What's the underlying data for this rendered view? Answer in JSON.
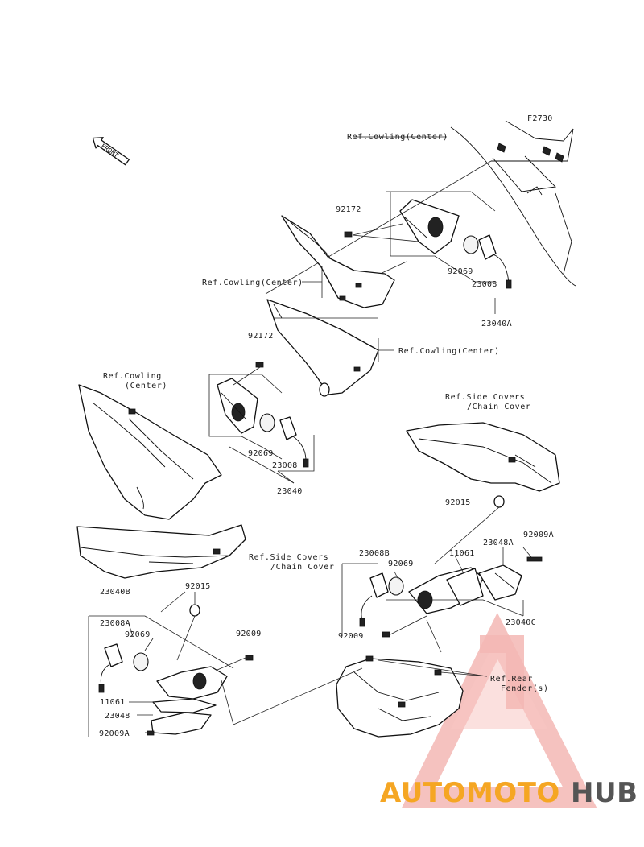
{
  "diagram": {
    "figure_code": "F2730",
    "front_arrow": "FRONT",
    "refs": {
      "cowling_center_top": "Ref.Cowling(Center)",
      "cowling_center_mid": "Ref.Cowling(Center)",
      "cowling_center_right": "Ref.Cowling(Center)",
      "cowling_line1": "Ref.Cowling",
      "cowling_line2": "(Center)",
      "side_covers_right_line1": "Ref.Side Covers",
      "side_covers_right_line2": "/Chain Cover",
      "side_covers_left_line1": "Ref.Side Covers",
      "side_covers_left_line2": "/Chain Cover",
      "rear_fender_line1": "Ref.Rear",
      "rear_fender_line2": "Fender(s)"
    },
    "parts": {
      "p92172_top": "92172",
      "p92069_top": "92069",
      "p23008_top": "23008",
      "p23040A": "23040A",
      "p92172_mid": "92172",
      "p92069_mid": "92069",
      "p23008_mid": "23008",
      "p23040": "23040",
      "p92015_right": "92015",
      "p23008B": "23008B",
      "p92069_right": "92069",
      "p11061_right": "11061",
      "p23048A": "23048A",
      "p92009A_right": "92009A",
      "p23040C": "23040C",
      "p92009_right": "92009",
      "p23040B": "23040B",
      "p92015_left": "92015",
      "p23008A": "23008A",
      "p92069_left": "92069",
      "p92009_left": "92009",
      "p11061_left": "11061",
      "p23048": "23048",
      "p92009A_left": "92009A"
    }
  },
  "watermark": {
    "brand_part1": "AUTOMOTO",
    "brand_part2": "HUB",
    "color_primary": "#e8423f",
    "color_secondary": "#f5a623",
    "color_dark": "#555555"
  }
}
